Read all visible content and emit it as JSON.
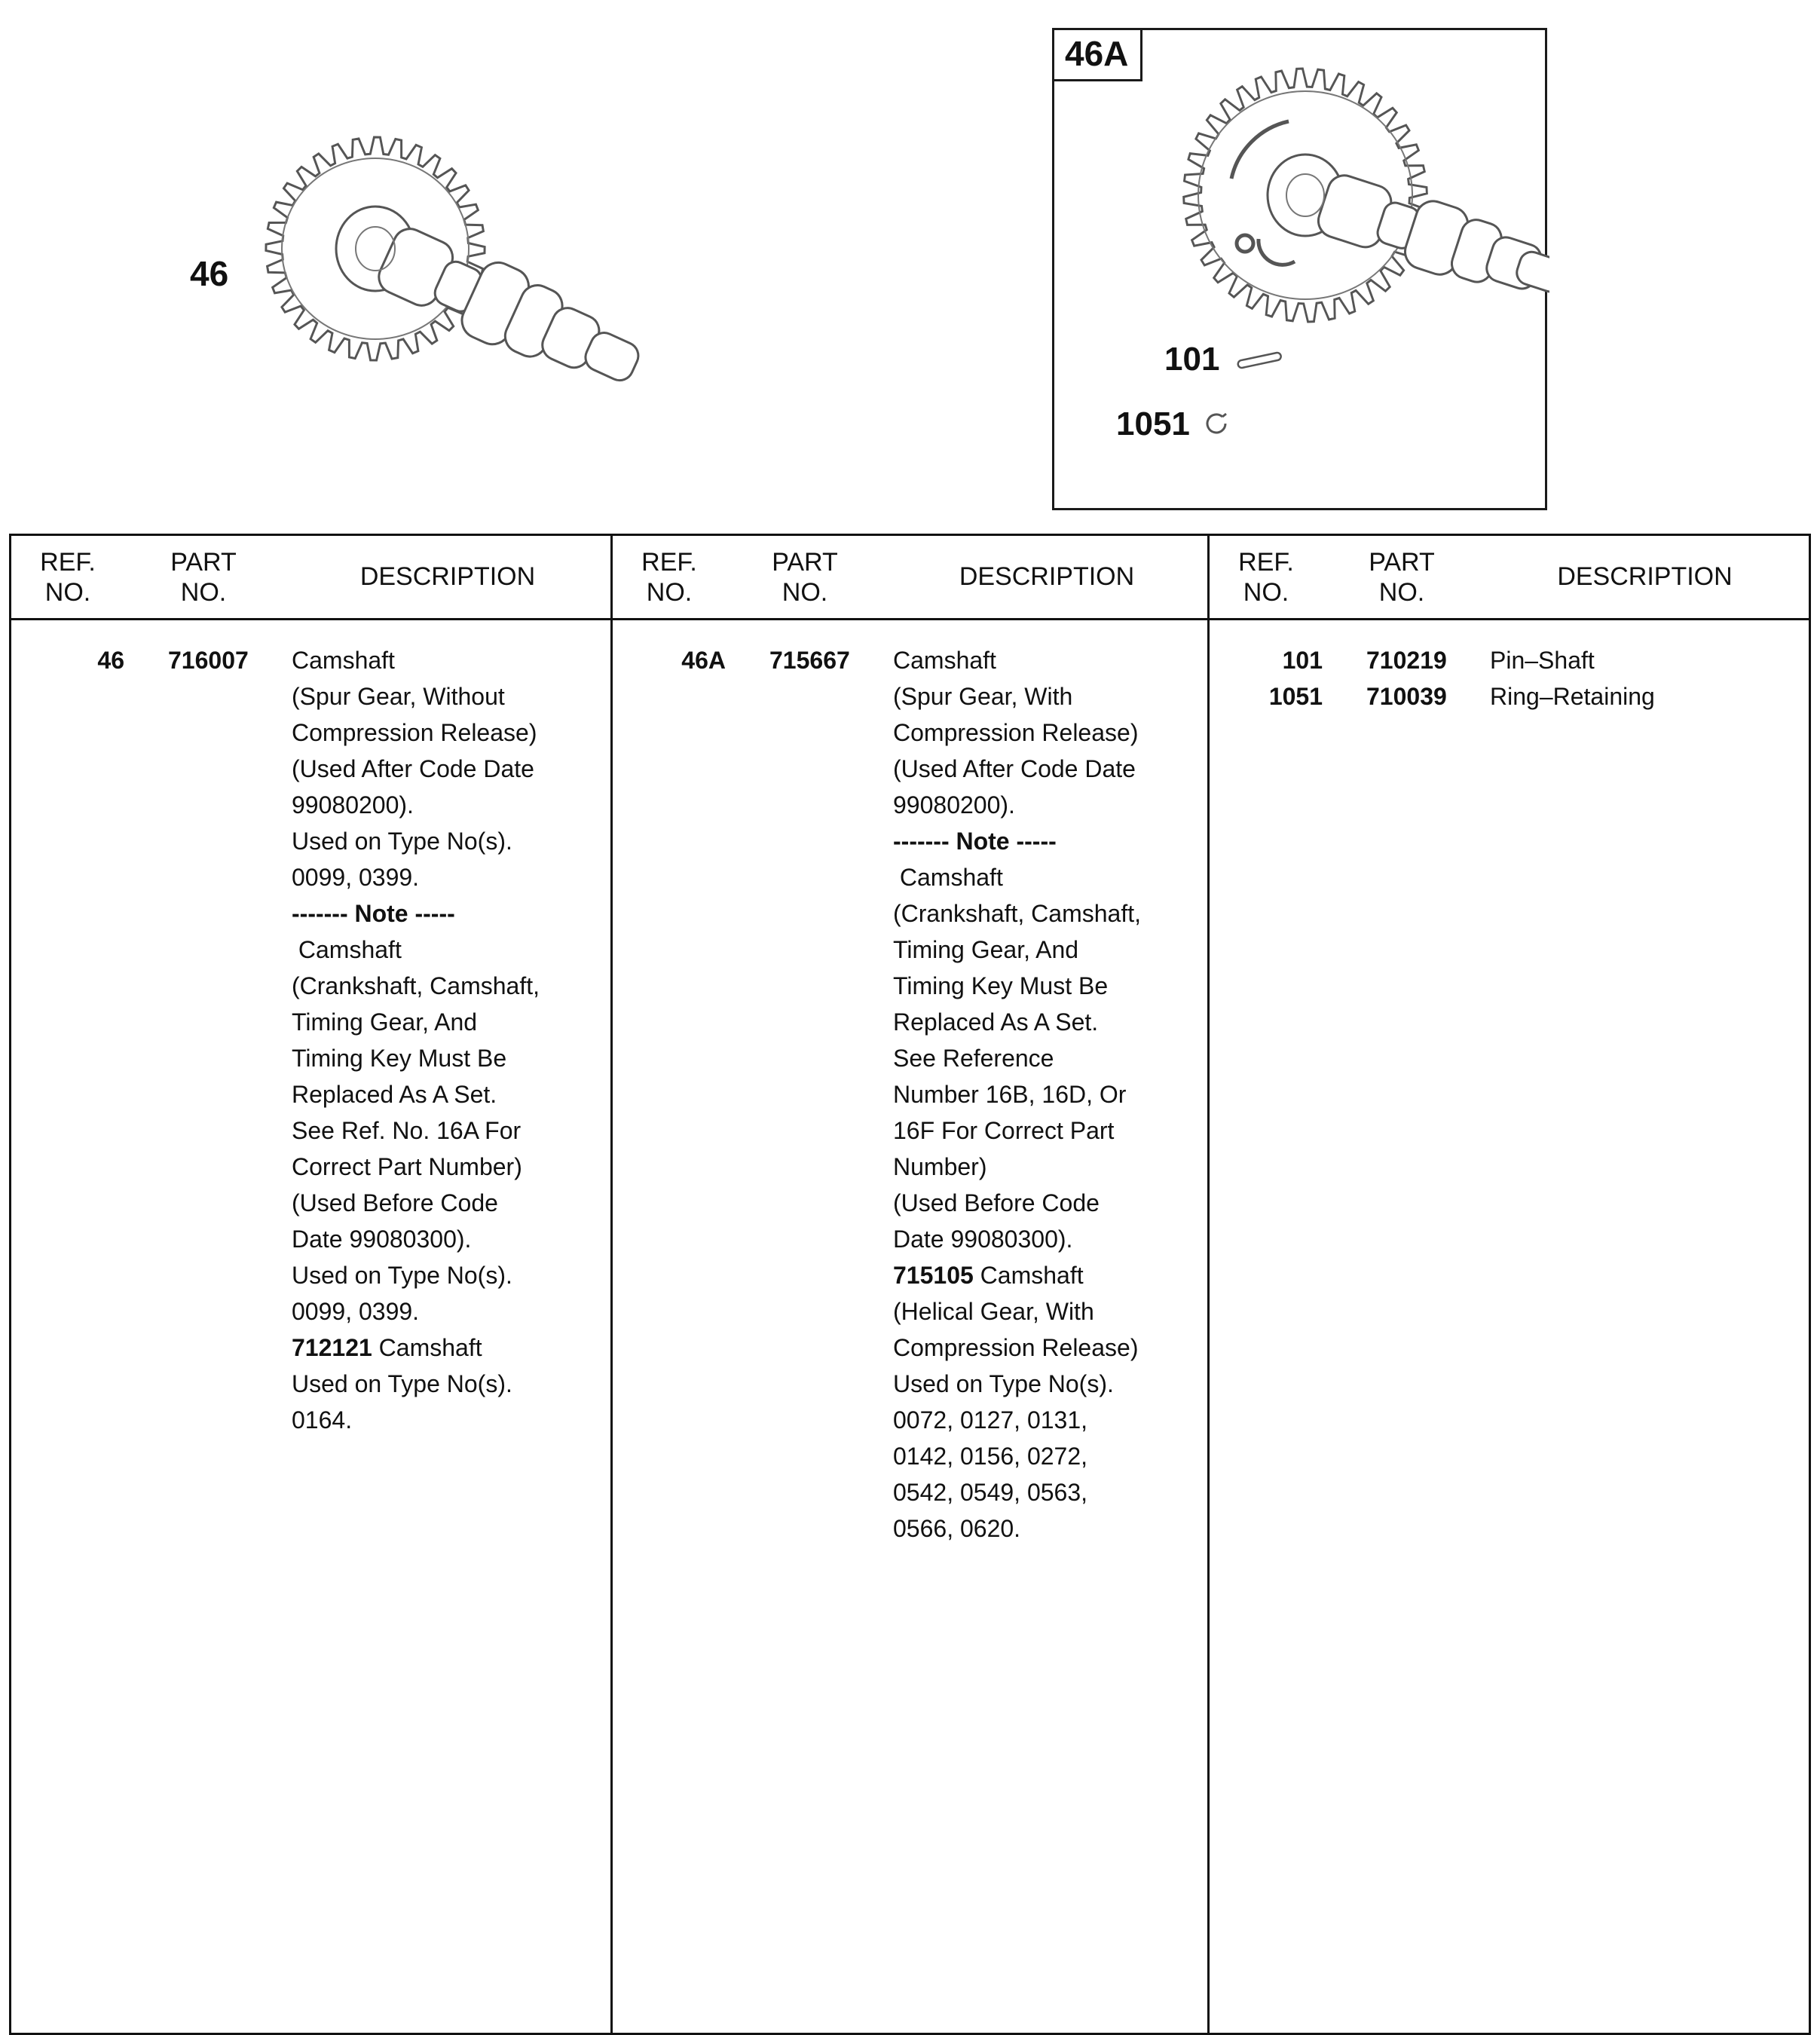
{
  "figures": {
    "fig46": {
      "label": "46"
    },
    "fig46a": {
      "label": "46A",
      "callouts": {
        "pin": "101",
        "ring": "1051"
      }
    }
  },
  "table": {
    "headers": {
      "ref1": "REF.",
      "ref2": "NO.",
      "part1": "PART",
      "part2": "NO.",
      "desc": "DESCRIPTION"
    },
    "columns": [
      {
        "entries": [
          {
            "ref": "46",
            "part": "716007",
            "lines": [
              [
                {
                  "t": "Camshaft"
                }
              ],
              [
                {
                  "t": "(Spur Gear, Without"
                }
              ],
              [
                {
                  "t": "Compression Release)"
                }
              ],
              [
                {
                  "t": "(Used After Code Date"
                }
              ],
              [
                {
                  "t": "99080200)."
                }
              ],
              [
                {
                  "t": "Used on Type No(s)."
                }
              ],
              [
                {
                  "t": "0099, 0399."
                }
              ],
              [
                {
                  "t": "------- Note -----",
                  "b": true
                }
              ],
              [
                {
                  "t": " Camshaft"
                }
              ],
              [
                {
                  "t": "(Crankshaft, Camshaft,"
                }
              ],
              [
                {
                  "t": "Timing Gear, And"
                }
              ],
              [
                {
                  "t": "Timing Key Must Be"
                }
              ],
              [
                {
                  "t": "Replaced As A Set."
                }
              ],
              [
                {
                  "t": "See Ref. No. 16A For"
                }
              ],
              [
                {
                  "t": "Correct Part Number)"
                }
              ],
              [
                {
                  "t": "(Used Before Code"
                }
              ],
              [
                {
                  "t": "Date 99080300)."
                }
              ],
              [
                {
                  "t": "Used on Type No(s)."
                }
              ],
              [
                {
                  "t": "0099, 0399."
                }
              ],
              [
                {
                  "t": "712121",
                  "b": true
                },
                {
                  "t": " Camshaft"
                }
              ],
              [
                {
                  "t": "Used on Type No(s)."
                }
              ],
              [
                {
                  "t": "0164."
                }
              ]
            ]
          }
        ]
      },
      {
        "entries": [
          {
            "ref": "46A",
            "part": "715667",
            "lines": [
              [
                {
                  "t": "Camshaft"
                }
              ],
              [
                {
                  "t": "(Spur Gear, With"
                }
              ],
              [
                {
                  "t": "Compression Release)"
                }
              ],
              [
                {
                  "t": "(Used After Code Date"
                }
              ],
              [
                {
                  "t": "99080200)."
                }
              ],
              [
                {
                  "t": "------- Note -----",
                  "b": true
                }
              ],
              [
                {
                  "t": " Camshaft"
                }
              ],
              [
                {
                  "t": "(Crankshaft, Camshaft,"
                }
              ],
              [
                {
                  "t": "Timing Gear, And"
                }
              ],
              [
                {
                  "t": "Timing Key Must Be"
                }
              ],
              [
                {
                  "t": "Replaced As A Set."
                }
              ],
              [
                {
                  "t": "See Reference"
                }
              ],
              [
                {
                  "t": "Number 16B, 16D, Or"
                }
              ],
              [
                {
                  "t": "16F For Correct Part"
                }
              ],
              [
                {
                  "t": "Number)"
                }
              ],
              [
                {
                  "t": "(Used Before Code"
                }
              ],
              [
                {
                  "t": "Date 99080300)."
                }
              ],
              [
                {
                  "t": "715105",
                  "b": true
                },
                {
                  "t": " Camshaft"
                }
              ],
              [
                {
                  "t": "(Helical Gear, With"
                }
              ],
              [
                {
                  "t": "Compression Release)"
                }
              ],
              [
                {
                  "t": "Used on Type No(s)."
                }
              ],
              [
                {
                  "t": "0072, 0127, 0131,"
                }
              ],
              [
                {
                  "t": "0142, 0156, 0272,"
                }
              ],
              [
                {
                  "t": "0542, 0549, 0563,"
                }
              ],
              [
                {
                  "t": "0566, 0620."
                }
              ]
            ]
          }
        ]
      },
      {
        "entries": [
          {
            "ref": "101",
            "part": "710219",
            "lines": [
              [
                {
                  "t": "Pin–Shaft"
                }
              ]
            ]
          },
          {
            "ref": "1051",
            "part": "710039",
            "lines": [
              [
                {
                  "t": "Ring–Retaining"
                }
              ]
            ]
          }
        ]
      }
    ]
  }
}
